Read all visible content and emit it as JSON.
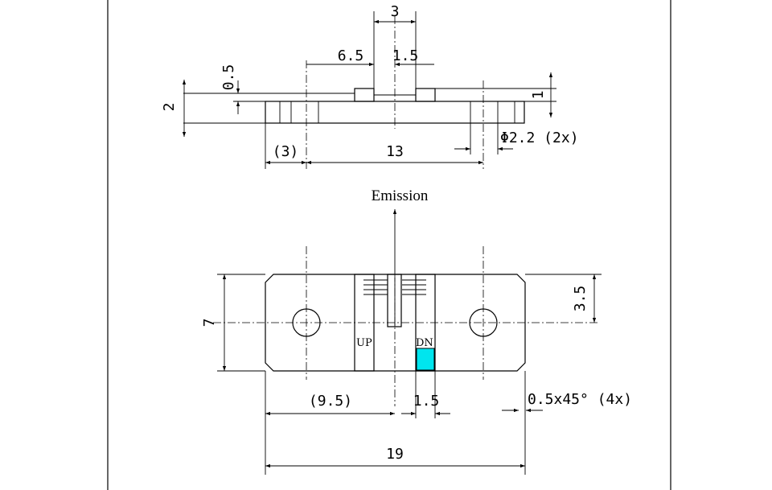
{
  "top_view": {
    "dim_3": "3",
    "dim_6_5": "6.5",
    "dim_1_5": "1.5",
    "dim_0_5": "0.5",
    "dim_2": "2",
    "dim_1": "1",
    "dim_phi": "Φ2.2 (2x)",
    "dim_paren_3": "(3)",
    "dim_13": "13"
  },
  "front_view": {
    "emission_label": "Emission",
    "up_label": "UP",
    "dn_label": "DN",
    "dim_7": "7",
    "dim_3_5": "3.5",
    "dim_9_5": "(9.5)",
    "dim_1_5": "1.5",
    "dim_chamfer": "0.5x45° (4x)",
    "dim_19": "19"
  },
  "colors": {
    "dn_fill": "#00e5ee",
    "line": "#000000"
  }
}
